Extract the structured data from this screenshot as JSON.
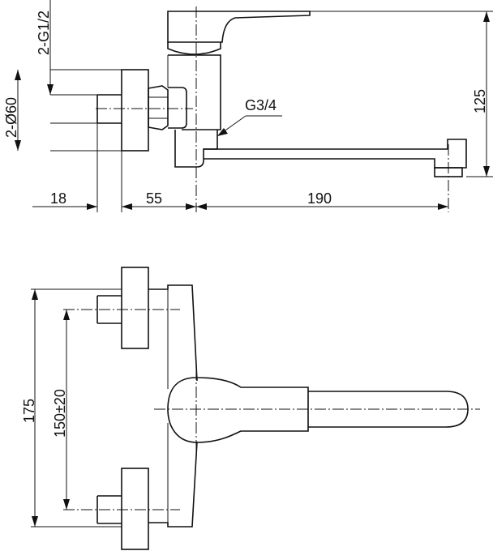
{
  "drawing": {
    "labels": {
      "inlet_thread": "2-G1/2",
      "flange_diameter": "2-Ø60",
      "outlet_thread": "G3/4",
      "height_125": "125",
      "wall_18": "18",
      "body_55": "55",
      "spout_190": "190",
      "overall_175": "175",
      "centers_150": "150±20"
    }
  }
}
